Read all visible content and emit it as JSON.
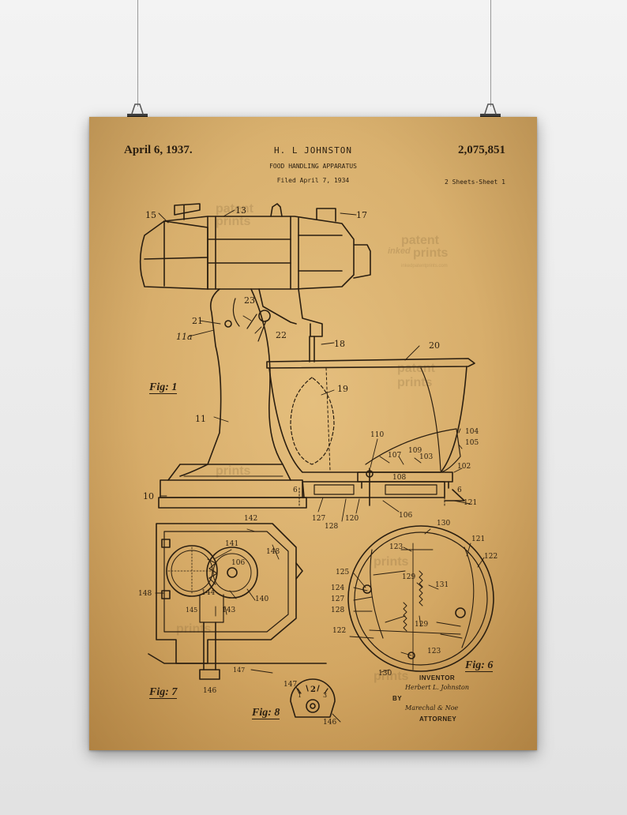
{
  "header": {
    "date": "April 6, 1937.",
    "inventor": "H. L JOHNSTON",
    "patent_number": "2,075,851",
    "title": "FOOD HANDLING APPARATUS",
    "filed": "Filed April 7, 1934",
    "sheets": "2 Sheets-Sheet 1"
  },
  "watermark": {
    "line1": "patent",
    "line2": "prints",
    "line3": "inked",
    "site": "inkedpatentprints.com"
  },
  "figures": {
    "fig1": "Fig: 1",
    "fig6": "Fig: 6",
    "fig7": "Fig: 7",
    "fig8": "Fig: 8"
  },
  "refs": {
    "r15": "15",
    "r13": "13",
    "r17": "17",
    "r23": "23",
    "r21": "21",
    "r11a": "11a",
    "r22": "22",
    "r18": "18",
    "r20": "20",
    "r19": "19",
    "r11": "11",
    "r110": "110",
    "r104": "104",
    "r105": "105",
    "r107": "107",
    "r109": "109",
    "r103": "103",
    "r108": "108",
    "r102": "102",
    "r10": "10",
    "r6a": "6",
    "r6b": "6",
    "r121": "121",
    "r127": "127",
    "r128": "128",
    "r120": "120",
    "r106": "106",
    "r142": "142",
    "r141": "141",
    "r106b": "106",
    "r148a": "148",
    "r148b": "148",
    "r144": "144",
    "r145": "145",
    "r143": "143",
    "r140": "140",
    "r147": "147",
    "r146": "146",
    "r130": "130",
    "r123a": "123",
    "r121b": "121",
    "r122a": "122",
    "r125": "125",
    "r124": "124",
    "r127b": "127",
    "r128b": "128",
    "r129a": "129",
    "r131": "131",
    "r129b": "129",
    "r122b": "122",
    "r123b": "123",
    "r130b": "130",
    "r147b": "147",
    "r146b": "146",
    "r1": "1",
    "r2": "2",
    "r3": "3"
  },
  "signatures": {
    "inventor_label": "INVENTOR",
    "inventor_sig": "Herbert L. Johnston",
    "by": "BY",
    "attorney_sig": "Marechal & Noe",
    "attorney_label": "ATTORNEY"
  },
  "colors": {
    "paper": "#d9b070",
    "ink": "#2a1e10",
    "wall": "#eeeeee"
  }
}
